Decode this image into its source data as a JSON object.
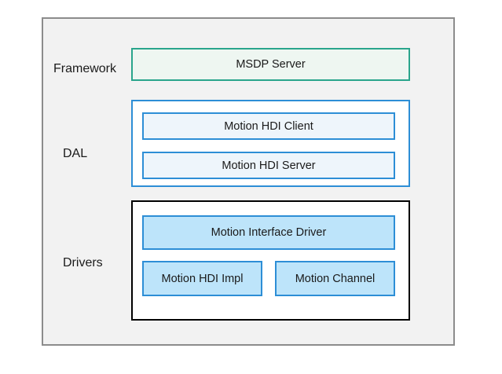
{
  "layers": {
    "framework": "Framework",
    "dal": "DAL",
    "drivers": "Drivers"
  },
  "boxes": {
    "msdp_server": "MSDP Server",
    "motion_hdi_client": "Motion HDI Client",
    "motion_hdi_server": "Motion HDI Server",
    "motion_interface_driver": "Motion Interface Driver",
    "motion_hdi_impl": "Motion HDI Impl",
    "motion_channel": "Motion Channel"
  },
  "colors": {
    "framework_border": "#2aa58c",
    "framework_fill": "#eef6f1",
    "dal_border": "#2d8ed6",
    "dal_fill": "#eef5fb",
    "drivers_border": "#000000",
    "driver_fill": "#bde4fa",
    "background_panel": "#f2f2f2"
  }
}
